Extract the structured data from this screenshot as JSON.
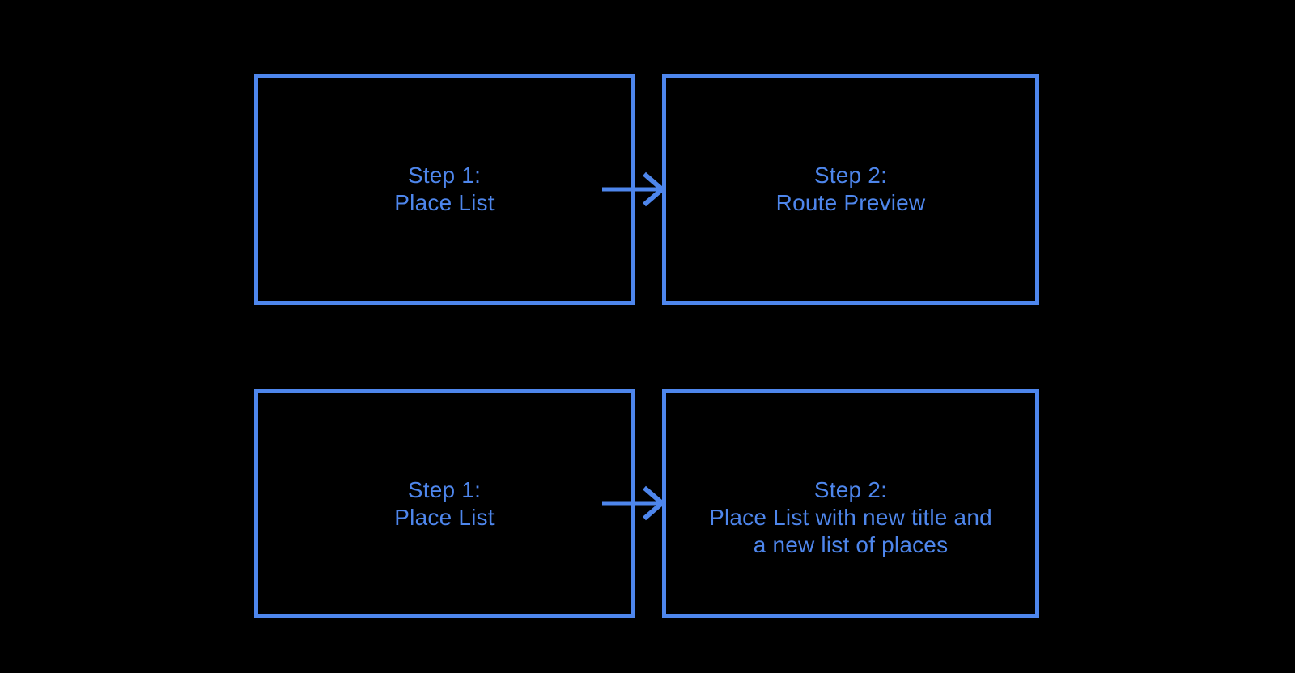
{
  "colors": {
    "background": "#000000",
    "accent": "#4E86EC"
  },
  "flowchart": {
    "rows": [
      {
        "from": {
          "lines": [
            "Step 1:",
            "Place List"
          ]
        },
        "connector": "arrow-right",
        "to": {
          "lines": [
            "Step 2:",
            "Route Preview"
          ]
        }
      },
      {
        "from": {
          "lines": [
            "Step 1:",
            "Place List"
          ]
        },
        "connector": "arrow-right",
        "to": {
          "lines": [
            "Step 2:",
            "Place List with new title and",
            "a new list of places"
          ]
        }
      }
    ]
  }
}
